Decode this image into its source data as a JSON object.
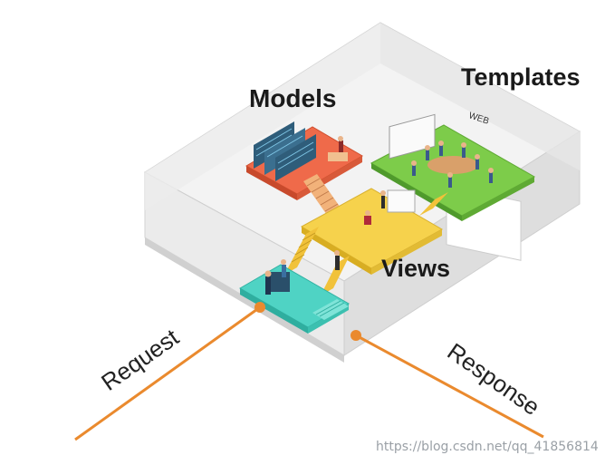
{
  "labels": {
    "models": "Models",
    "templates": "Templates",
    "views": "Views",
    "request": "Request",
    "response": "Response",
    "screen_text": "WEB"
  },
  "watermark": "https://blog.csdn.net/qq_41856814",
  "colors": {
    "arrow": "#ea8a2e",
    "models_floor": "#ef6a4a",
    "templates_floor": "#7dcc4a",
    "views_floor": "#f6d24c",
    "request_floor": "#4fd3c4",
    "building_wall": "#d9d9d9"
  }
}
